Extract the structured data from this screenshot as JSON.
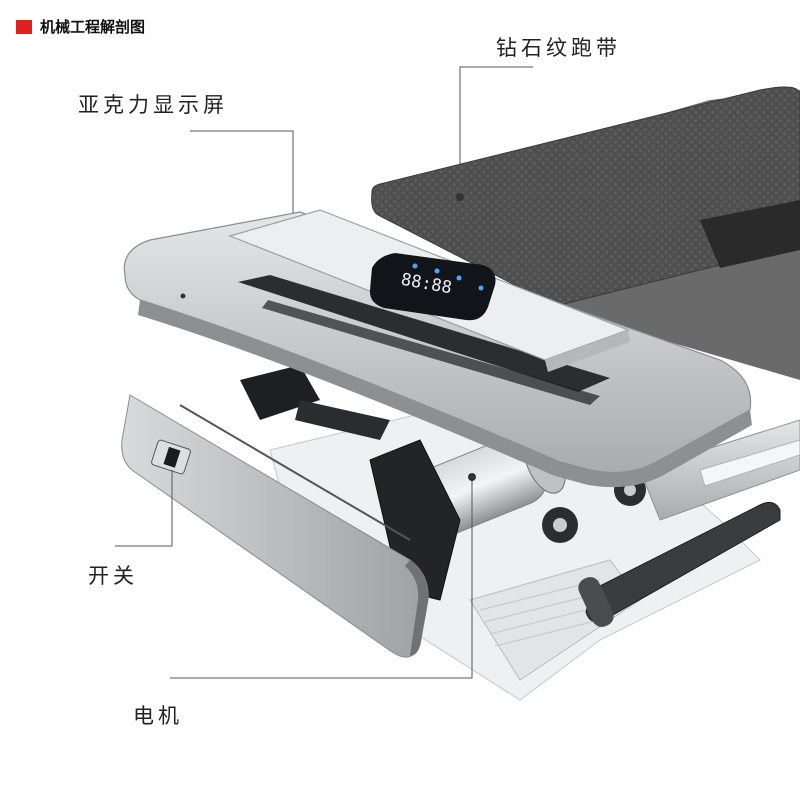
{
  "title": "机械工程解剖图",
  "colors": {
    "title_marker": "#e0201e",
    "belt": "#4b4b4b",
    "silver": "#c9cbcd",
    "display": "#111418",
    "led": "#4aa6ff"
  },
  "display_readout": "88:88",
  "callouts": [
    {
      "id": "running-belt",
      "label": "钻石纹跑带"
    },
    {
      "id": "acrylic-display",
      "label": "亚克力显示屏"
    },
    {
      "id": "power-switch",
      "label": "开关"
    },
    {
      "id": "motor",
      "label": "电机"
    }
  ]
}
